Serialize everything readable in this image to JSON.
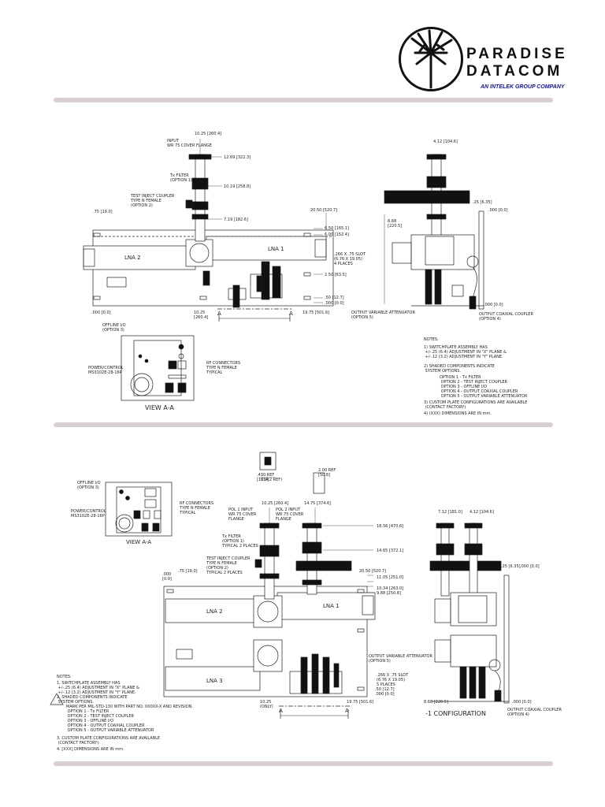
{
  "brand": {
    "line1": "PARADISE",
    "line2": "DATACOM",
    "tagline": "AN INTELEK GROUP COMPANY",
    "colors": {
      "rule": "#d8cfd2",
      "tagline": "#14149a",
      "ink": "#111111"
    }
  },
  "top": {
    "dims_vertical": [
      "10.25 [260.4]",
      "12.69 [322.3]",
      "10.19 [258.8]",
      "7.19 [182.6]"
    ],
    "labels": {
      "input": "INPUT\nWR 75 COVER FLANGE",
      "tx_filter": "Tx FILTER\n(OPTION 1)",
      "test_inject": "TEST INJECT COUPLER\nTYPE N FEMALE\n(OPTION 2)",
      "lna2": "LNA 2",
      "lna1": "LNA 1",
      "offline": "OFFLINE I/O\n(OPTION 3)",
      "power": "POWER/CONTROL\nMS3102E-28-16P",
      "rf_conn": "RF CONNECTORS\nTYPE N FEMALE\nTYPICAL",
      "view_aa": "VIEW A-A",
      "slot": ".266 X .75 SLOT\n(6.76 X 19.05)\n4 PLACES",
      "out_atten": "OUTPUT VARIABLE ATTENUATOR\n(OPTION 5)",
      "out_coax": "OUTPUT COAXIAL COUPLER\n(OPTION 4)"
    },
    "dims_right": [
      "20.50 [520.7]",
      "6.50 [165.1]",
      "6.00 [152.4]",
      "2.50 [63.5]",
      ".50 [12.7]",
      ".000 [0.0]"
    ],
    "dims_misc": [
      ".75 [19.0]",
      ".000 [0.0]",
      "10.25\n[260.4]",
      "19.75 [501.6]",
      "A",
      "A"
    ],
    "side_dims": [
      "4.12 [104.6]",
      "8.68\n[220.5]",
      ".25 [6.35]",
      ".000 [0.0]",
      ".000 [0.0]"
    ],
    "notes_title": "NOTES:",
    "notes": [
      "1) SWITCHPLATE ASSEMBLY HAS\n   +/-.25 (6.4) ADJUSTMENT IN \"X\" PLANE &\n   +/-.12 (3.2) ADJUSTMENT IN \"Y\" PLANE.",
      "2)            SHADED COMPONENTS INDICATE\n   SYSTEM OPTIONS.",
      "   OPTION 1 - Tx FILTER\n   OPTION 2 - TEST INJECT COUPLER\n   OPTION 3 - OFFLINE I/O\n   OPTION 4 - OUTPUT COAXIAL COUPLER\n   OPTION 5 - OUTPUT VARIABLE ATTENUATOR",
      "3) CUSTOM PLATE CONFIGURATIONS ARE AVAILABLE\n   (CONTACT FACTORY)",
      "4) (XXX) DIMENSIONS ARE IN mm."
    ]
  },
  "bottom": {
    "dims_detail": [
      ".430 REF\n[10.9]",
      "2.00 REF\n[50.8]",
      "(14.2 REF)"
    ],
    "labels": {
      "offline": "OFFLINE I/O\n(OPTION 3)",
      "power": "POWER/CONTROL\nMS3102E-28-16P",
      "rf_conn": "RF CONNECTORS\nTYPE N FEMALE\nTYPICAL",
      "view_aa": "VIEW A-A",
      "pol1": "POL 1 INPUT\nWR 75 COVER\nFLANGE",
      "pol2": "POL 2 INPUT\nWR 75 COVER\nFLANGE",
      "tx_filter": "Tx FILTER\n(OPTION 1)\nTYPICAL 2 PLACES",
      "test_inject": "TEST INJECT COUPLER\nTYPE N FEMALE\n(OPTION 2)\nTYPICAL 2 PLACES",
      "lna2": "LNA 2",
      "lna1": "LNA 1",
      "lna3": "LNA 3",
      "out_atten": "OUTPUT VARIABLE ATTENUATOR\n(OPTION 5)",
      "slot": ".266 X .75 SLOT\n(6.76 X 19.05)\n5 PLACES",
      "config": "-1 CONFIGURATION",
      "out_coax": "OUTPUT COAXIAL COUPLER\n(OPTION 4)"
    },
    "dims_vertical": [
      "10.25 [260.4]",
      "14.75 [374.6]",
      "18.56 [470.6]",
      "14.65 [372.1]",
      "20.50 [520.7]",
      "11.05 [251.0]",
      "10.34 [263.0]",
      "9.88 [250.8]"
    ],
    "dims_misc": [
      ".000\n[0.0]",
      ".75 [19.0]",
      ".50 [12.7]",
      ".000 [0.0]",
      "10.25\n(ONLY)",
      "19.75 [501.6]",
      "A",
      "A"
    ],
    "side_dims": [
      "7.12 [181.0]",
      "4.12 [104.6]",
      ".25 [6.35]",
      ".000 [0.0]",
      "8.68 [220.5]",
      ".000 [0.0]"
    ],
    "notes_title": "NOTES:",
    "notes": [
      "1.   SWITCHPLATE ASSEMBLY HAS\n     +/-.25 (6.4) ADJUSTMENT IN \"X\" PLANE &\n     +/-.12 (3.2) ADJUSTMENT IN \"Y\" PLANE.",
      "2.             SHADED COMPONENTS INDICATE\n     SYSTEM OPTIONS.",
      "     MARK PER MIL-STD-130 WITH PART NO. 0X0XX-X AND REVISION.\n     OPTION 1 - Tx FILTER\n     OPTION 2 - TEST INJECT COUPLER\n     OPTION 3 - OFFLINE I/O\n     OPTION 4 - OUTPUT COAXIAL COUPLER\n     OPTION 5 - OUTPUT VARIABLE ATTENUATOR",
      "3.   CUSTOM PLATE CONFIGURATIONS ARE AVAILABLE\n     (CONTACT FACTORY).",
      "4.   [XXX] DIMENSIONS ARE IN mm."
    ]
  }
}
